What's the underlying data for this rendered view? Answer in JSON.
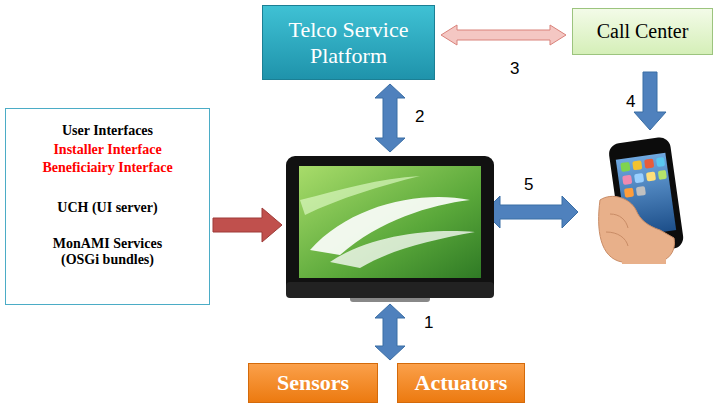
{
  "diagram": {
    "nodes": [
      {
        "text": [
          "User Interfaces",
          "Installer Interface",
          "Beneficiairy Interface",
          "UCH (UI server)",
          "MonAMI Services (OSGi bundles)"
        ]
      },
      {
        "text": [
          "Telco Service Platform"
        ]
      },
      {
        "text": [
          "Call Center"
        ]
      },
      {
        "text": [
          "Sensors"
        ]
      },
      {
        "text": [
          "Actuators"
        ]
      }
    ],
    "edges": [
      {
        "from": 1,
        "to": 2,
        "arrow": "both"
      }
    ],
    "labels": [
      "2",
      "3",
      "4",
      "5",
      "1"
    ]
  }
}
